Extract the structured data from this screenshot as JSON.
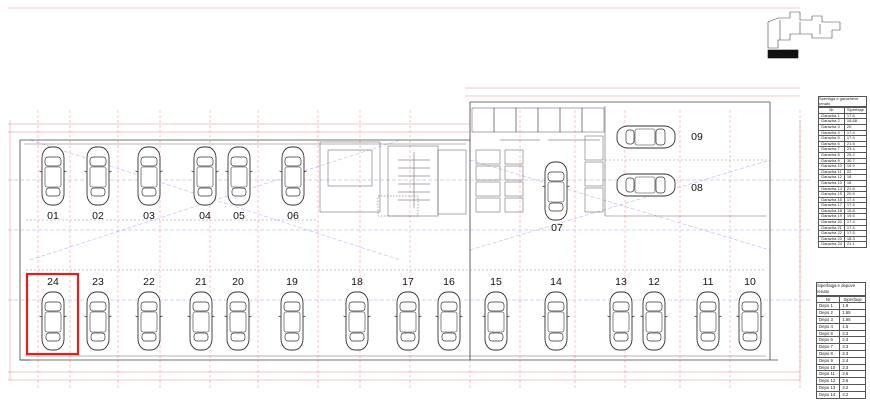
{
  "spaces_top": [
    "01",
    "02",
    "03",
    "04",
    "05",
    "06"
  ],
  "spaces_top_right": [
    "09",
    "08"
  ],
  "space_center": "07",
  "spaces_bottom": [
    "24",
    "23",
    "22",
    "21",
    "20",
    "19",
    "18",
    "17",
    "16",
    "15",
    "14",
    "13",
    "12",
    "11",
    "10"
  ],
  "highlighted_space": "24",
  "colors": {
    "highlight": "#e02020",
    "line": "#444444",
    "dim_red": "#e06060",
    "dim_blue": "#6a6adc"
  },
  "garage_table": {
    "title": "Sperfaga e garazheve renato",
    "headers": [
      "Nr",
      "Siperfaqe"
    ],
    "rows": [
      [
        "Garazha 1",
        "17.6"
      ],
      [
        "Garazha 2",
        "18.68"
      ],
      [
        "Garazha 3",
        "20"
      ],
      [
        "Garazha 4",
        "17.4"
      ],
      [
        "Garazha 5",
        "17.4"
      ],
      [
        "Garazha 6",
        "21.6"
      ],
      [
        "Garazha 7",
        "23.4"
      ],
      [
        "Garazha 8",
        "25.2"
      ],
      [
        "Garazha 9",
        "30.7"
      ],
      [
        "Garazha 10",
        "15.9"
      ],
      [
        "Garazha 11",
        "22"
      ],
      [
        "Garazha 12",
        "18"
      ],
      [
        "Garazha 13",
        "18"
      ],
      [
        "Garazha 14",
        "21.6"
      ],
      [
        "Garazha 15",
        "20.5"
      ],
      [
        "Garazha 16",
        "17.4"
      ],
      [
        "Garazha 17",
        "17.5"
      ],
      [
        "Garazha 18",
        "15.8"
      ],
      [
        "Garazha 19",
        "19.5"
      ],
      [
        "Garazha 20",
        "17.4"
      ],
      [
        "Garazha 21",
        "17.4"
      ],
      [
        "Garazha 22",
        "17.5"
      ],
      [
        "Garazha 23",
        "18.3"
      ],
      [
        "Garazha 24",
        "21.1"
      ]
    ]
  },
  "storage_table": {
    "title": "Siperfaqja e depove renato",
    "headers": [
      "Nr",
      "Siperfaqe"
    ],
    "rows": [
      [
        "Depo 1",
        "1.8"
      ],
      [
        "Depo 2",
        "1.65"
      ],
      [
        "Depo 3",
        "1.65"
      ],
      [
        "Depo 4",
        "1.5"
      ],
      [
        "Depo 5",
        "2.3"
      ],
      [
        "Depo 6",
        "2.3"
      ],
      [
        "Depo 7",
        "2.3"
      ],
      [
        "Depo 8",
        "2.3"
      ],
      [
        "Depo 9",
        "2.4"
      ],
      [
        "Depo 10",
        "2.3"
      ],
      [
        "Depo 11",
        "2.6"
      ],
      [
        "Depo 12",
        "2.6"
      ],
      [
        "Depo 13",
        "2.2"
      ],
      [
        "Depo 14",
        "2.2"
      ]
    ]
  }
}
